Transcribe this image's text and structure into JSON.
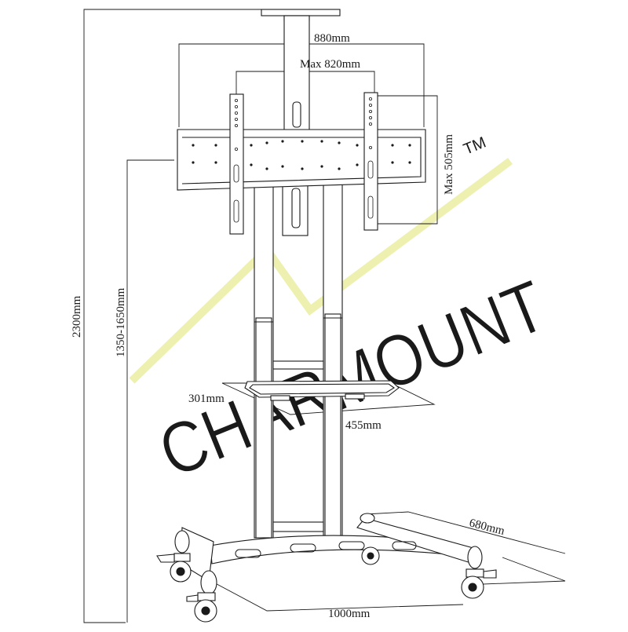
{
  "dimensions": {
    "total_height": "2300mm",
    "mount_height": "1350-1650mm",
    "bracket_width": "880mm",
    "max_width": "Max 820mm",
    "max_height": "Max 505mm",
    "shelf_depth": "301mm",
    "shelf_width": "455mm",
    "base_depth": "680mm",
    "base_width": "1000mm"
  },
  "watermark": {
    "text": "CHARMOUNT",
    "tm": "TM",
    "colors": {
      "text": "#c4c4c4",
      "chevron": "#eef0b0"
    }
  },
  "colors": {
    "line": "#1a1a1a",
    "background": "#ffffff"
  }
}
